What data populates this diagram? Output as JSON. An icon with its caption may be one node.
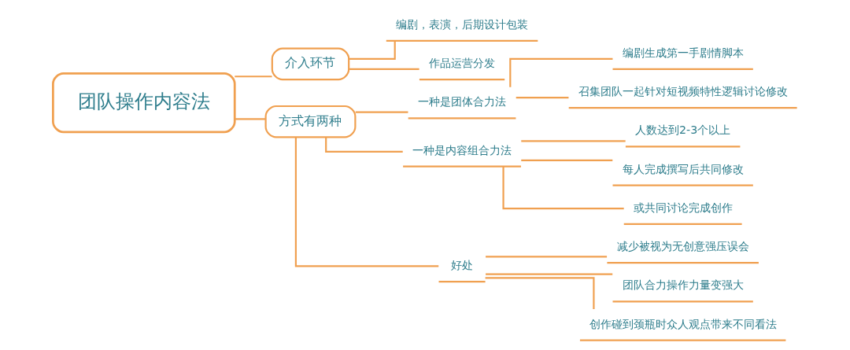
{
  "diagram": {
    "nodes": [
      {
        "text": [
          "团队操作内容法"
        ]
      },
      {
        "text": [
          "介入环节"
        ]
      },
      {
        "text": [
          "编剧，表演，后期设计包装"
        ]
      },
      {
        "text": [
          "作品运营分发"
        ]
      },
      {
        "text": [
          "方式有两种"
        ]
      },
      {
        "text": [
          "一种是团体合力法"
        ]
      },
      {
        "text": [
          "编剧生成第一手剧情脚本"
        ]
      },
      {
        "text": [
          "召集团队一起针对短视频特性逻辑讨论修改"
        ]
      },
      {
        "text": [
          "一种是内容组合力法"
        ]
      },
      {
        "text": [
          "人数达到2-3个以上"
        ]
      },
      {
        "text": [
          "每人完成撰写后共同修改"
        ]
      },
      {
        "text": [
          "或共同讨论完成创作"
        ]
      },
      {
        "text": [
          "好处"
        ]
      },
      {
        "text": [
          "减少被视为无创意强压误会"
        ]
      },
      {
        "text": [
          "团队合力操作力量变强大"
        ]
      },
      {
        "text": [
          "创作碰到颈瓶时众人观点带来不同看法"
        ]
      }
    ],
    "edges": [
      {
        "from": 0,
        "to": 1,
        "arrow": "none"
      },
      {
        "from": 1,
        "to": 2,
        "arrow": "none"
      },
      {
        "from": 1,
        "to": 3,
        "arrow": "none"
      },
      {
        "from": 0,
        "to": 4,
        "arrow": "none"
      },
      {
        "from": 4,
        "to": 5,
        "arrow": "none"
      },
      {
        "from": 5,
        "to": 6,
        "arrow": "none"
      },
      {
        "from": 5,
        "to": 7,
        "arrow": "none"
      },
      {
        "from": 4,
        "to": 8,
        "arrow": "none"
      },
      {
        "from": 8,
        "to": 9,
        "arrow": "none"
      },
      {
        "from": 8,
        "to": 10,
        "arrow": "none"
      },
      {
        "from": 8,
        "to": 11,
        "arrow": "none"
      },
      {
        "from": 4,
        "to": 12,
        "arrow": "none"
      },
      {
        "from": 12,
        "to": 13,
        "arrow": "none"
      },
      {
        "from": 12,
        "to": 14,
        "arrow": "none"
      },
      {
        "from": 12,
        "to": 15,
        "arrow": "none"
      }
    ]
  }
}
